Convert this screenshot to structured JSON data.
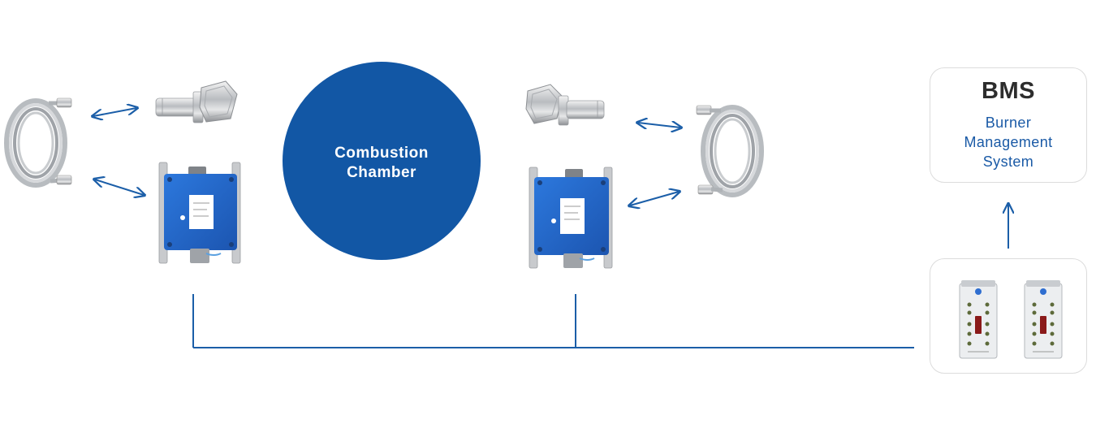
{
  "chamber": {
    "label": "Combustion Chamber"
  },
  "bms": {
    "title": "BMS",
    "subtitle": "Burner Management System"
  },
  "colors": {
    "primary_blue": "#1257a5",
    "line_blue": "#1b5ea8",
    "device_blue": "#1f63c9",
    "text_dark": "#2d2d2d",
    "border_gray": "#dcdcdc"
  },
  "icons": [
    "fiber-optic-cable-coil-icon",
    "lens-fitting-icon",
    "flame-sensor-box-icon",
    "amplifier-module-icon",
    "double-arrow-icon",
    "up-arrow-icon"
  ]
}
